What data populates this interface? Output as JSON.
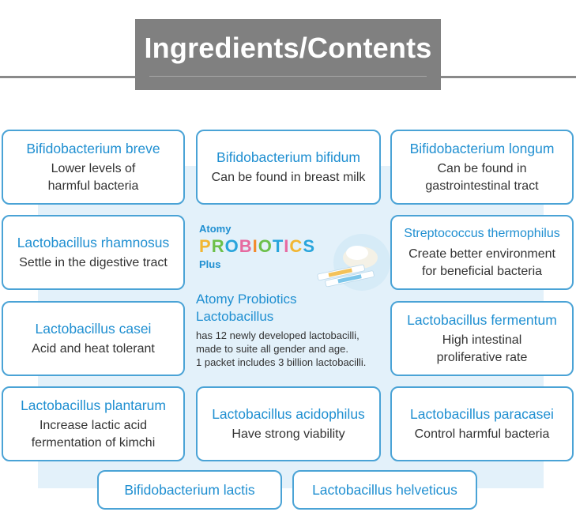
{
  "header": {
    "title": "Ingredients/Contents"
  },
  "product": {
    "brand": "Atomy",
    "name_letters": [
      "P",
      "R",
      "O",
      "B",
      "I",
      "O",
      "T",
      "I",
      "C",
      "S"
    ],
    "suffix": "Plus"
  },
  "center": {
    "title_line1": "Atomy Probiotics",
    "title_line2": "Lactobacillus",
    "body": [
      "has 12 newly developed lactobacilli,",
      "made to suite all gender and age.",
      "1 packet includes 3 billion lactobacilli."
    ]
  },
  "cards": [
    {
      "name": "Bifidobacterium breve",
      "desc": [
        "Lower levels of",
        "harmful bacteria"
      ]
    },
    {
      "name": "Bifidobacterium bifidum",
      "desc": [
        "Can be found in breast milk"
      ]
    },
    {
      "name": "Bifidobacterium longum",
      "desc": [
        "Can be found in",
        "gastrointestinal tract"
      ]
    },
    {
      "name": "Lactobacillus rhamnosus",
      "desc": [
        "Settle in the digestive tract"
      ]
    },
    {
      "name": "Streptococcus thermophilus",
      "desc": [
        "Create better environment",
        "for beneficial bacteria"
      ]
    },
    {
      "name": "Lactobacillus casei",
      "desc": [
        "Acid and heat tolerant"
      ]
    },
    {
      "name": "Lactobacillus fermentum",
      "desc": [
        "High intestinal",
        "proliferative rate"
      ]
    },
    {
      "name": "Lactobacillus plantarum",
      "desc": [
        "Increase lactic acid",
        "fermentation of kimchi"
      ]
    },
    {
      "name": "Lactobacillus acidophilus",
      "desc": [
        "Have strong viability"
      ]
    },
    {
      "name": "Lactobacillus paracasei",
      "desc": [
        "Control harmful bacteria"
      ]
    },
    {
      "name": "Bifidobacterium lactis",
      "desc": []
    },
    {
      "name": "Lactobacillus helveticus",
      "desc": []
    }
  ],
  "colors": {
    "accent": "#1f8fd1",
    "border": "#4aa3d6",
    "panel": "#e3f1fa",
    "title_bg": "#808080"
  }
}
